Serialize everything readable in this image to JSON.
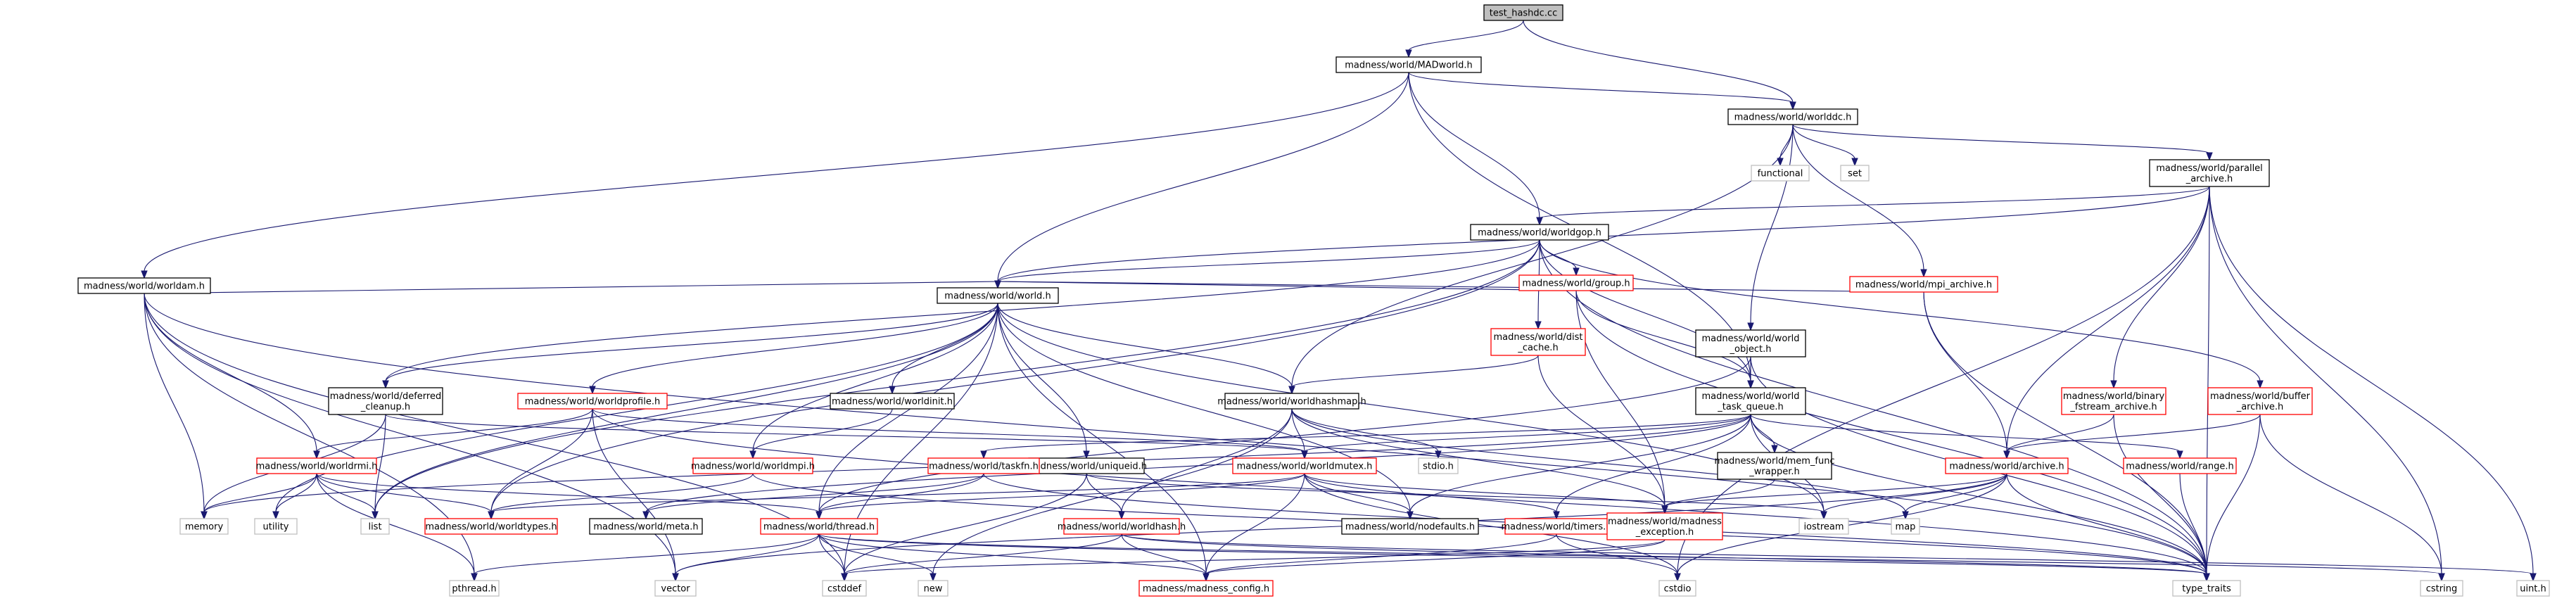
{
  "colors": {
    "edge": "#191970",
    "text": "#000000",
    "border_default": "#000000",
    "border_red": "#ff0000",
    "border_gray": "#bfbfbf",
    "fill_root": "#bfbfbf",
    "fill_default": "#ffffff"
  },
  "nodes": [
    {
      "id": "test",
      "lines": [
        "test_hashdc.cc"
      ],
      "style": "root"
    },
    {
      "id": "madworld",
      "lines": [
        "madness/world/MADworld.h"
      ],
      "style": "default"
    },
    {
      "id": "worlddc",
      "lines": [
        "madness/world/worlddc.h"
      ],
      "style": "default"
    },
    {
      "id": "worldam",
      "lines": [
        "madness/world/worldam.h"
      ],
      "style": "default"
    },
    {
      "id": "functional",
      "lines": [
        "functional"
      ],
      "style": "gray"
    },
    {
      "id": "set",
      "lines": [
        "set"
      ],
      "style": "gray"
    },
    {
      "id": "parallel",
      "lines": [
        "madness/world/parallel",
        "_archive.h"
      ],
      "style": "default"
    },
    {
      "id": "worldgop",
      "lines": [
        "madness/world/worldgop.h"
      ],
      "style": "default"
    },
    {
      "id": "group",
      "lines": [
        "madness/world/group.h"
      ],
      "style": "red"
    },
    {
      "id": "mpiarch",
      "lines": [
        "madness/world/mpi_archive.h"
      ],
      "style": "red"
    },
    {
      "id": "world",
      "lines": [
        "madness/world/world.h"
      ],
      "style": "default"
    },
    {
      "id": "distcache",
      "lines": [
        "madness/world/dist",
        "_cache.h"
      ],
      "style": "red"
    },
    {
      "id": "worldobj",
      "lines": [
        "madness/world/world",
        "_object.h"
      ],
      "style": "default"
    },
    {
      "id": "deferred",
      "lines": [
        "madness/world/deferred",
        "_cleanup.h"
      ],
      "style": "default"
    },
    {
      "id": "worldprofile",
      "lines": [
        "madness/world/worldprofile.h"
      ],
      "style": "red"
    },
    {
      "id": "worldinit",
      "lines": [
        "madness/world/worldinit.h"
      ],
      "style": "default"
    },
    {
      "id": "hashmap",
      "lines": [
        "madness/world/worldhashmap.h"
      ],
      "style": "default"
    },
    {
      "id": "taskq",
      "lines": [
        "madness/world/world",
        "_task_queue.h"
      ],
      "style": "default"
    },
    {
      "id": "binary",
      "lines": [
        "madness/world/binary",
        "_fstream_archive.h"
      ],
      "style": "red"
    },
    {
      "id": "buffer",
      "lines": [
        "madness/world/buffer",
        "_archive.h"
      ],
      "style": "red"
    },
    {
      "id": "worldrmi",
      "lines": [
        "madness/world/worldrmi.h"
      ],
      "style": "red"
    },
    {
      "id": "worldmpi",
      "lines": [
        "madness/world/worldmpi.h"
      ],
      "style": "red"
    },
    {
      "id": "uniqueid",
      "lines": [
        "madness/world/uniqueid.h"
      ],
      "style": "default"
    },
    {
      "id": "stdio",
      "lines": [
        "stdio.h"
      ],
      "style": "gray"
    },
    {
      "id": "taskfn",
      "lines": [
        "madness/world/taskfn.h"
      ],
      "style": "red"
    },
    {
      "id": "worldmutex",
      "lines": [
        "madness/world/worldmutex.h"
      ],
      "style": "red"
    },
    {
      "id": "memfunc",
      "lines": [
        "madness/world/mem_func",
        "_wrapper.h"
      ],
      "style": "default"
    },
    {
      "id": "archive",
      "lines": [
        "madness/world/archive.h"
      ],
      "style": "red"
    },
    {
      "id": "range",
      "lines": [
        "madness/world/range.h"
      ],
      "style": "red"
    },
    {
      "id": "memory",
      "lines": [
        "memory"
      ],
      "style": "gray"
    },
    {
      "id": "utility",
      "lines": [
        "utility"
      ],
      "style": "gray"
    },
    {
      "id": "list",
      "lines": [
        "list"
      ],
      "style": "gray"
    },
    {
      "id": "worldtypes",
      "lines": [
        "madness/world/worldtypes.h"
      ],
      "style": "red"
    },
    {
      "id": "meta",
      "lines": [
        "madness/world/meta.h"
      ],
      "style": "default"
    },
    {
      "id": "thread",
      "lines": [
        "madness/world/thread.h"
      ],
      "style": "red"
    },
    {
      "id": "worldhash",
      "lines": [
        "madness/world/worldhash.h"
      ],
      "style": "red"
    },
    {
      "id": "nodefaults",
      "lines": [
        "madness/world/nodefaults.h"
      ],
      "style": "default"
    },
    {
      "id": "timers",
      "lines": [
        "madness/world/timers.h"
      ],
      "style": "red"
    },
    {
      "id": "madexc",
      "lines": [
        "madness/world/madness",
        "_exception.h"
      ],
      "style": "red"
    },
    {
      "id": "iostream",
      "lines": [
        "iostream"
      ],
      "style": "gray"
    },
    {
      "id": "map",
      "lines": [
        "map"
      ],
      "style": "gray"
    },
    {
      "id": "pthread",
      "lines": [
        "pthread.h"
      ],
      "style": "gray"
    },
    {
      "id": "vector",
      "lines": [
        "vector"
      ],
      "style": "gray"
    },
    {
      "id": "cstddef",
      "lines": [
        "cstddef"
      ],
      "style": "gray"
    },
    {
      "id": "new",
      "lines": [
        "new"
      ],
      "style": "gray"
    },
    {
      "id": "madconfig",
      "lines": [
        "madness/madness_config.h"
      ],
      "style": "red"
    },
    {
      "id": "cstdio",
      "lines": [
        "cstdio"
      ],
      "style": "gray"
    },
    {
      "id": "typetraits",
      "lines": [
        "type_traits"
      ],
      "style": "gray"
    },
    {
      "id": "cstring",
      "lines": [
        "cstring"
      ],
      "style": "gray"
    },
    {
      "id": "uint",
      "lines": [
        "uint.h"
      ],
      "style": "gray"
    }
  ],
  "edges": [
    [
      "test",
      "madworld"
    ],
    [
      "test",
      "worlddc"
    ],
    [
      "madworld",
      "worldam"
    ],
    [
      "madworld",
      "world"
    ],
    [
      "madworld",
      "worldgop"
    ],
    [
      "madworld",
      "worlddc"
    ],
    [
      "madworld",
      "taskq"
    ],
    [
      "worlddc",
      "functional"
    ],
    [
      "worlddc",
      "set"
    ],
    [
      "worlddc",
      "parallel"
    ],
    [
      "worlddc",
      "worldobj"
    ],
    [
      "worlddc",
      "hashmap"
    ],
    [
      "worlddc",
      "mpiarch"
    ],
    [
      "parallel",
      "worldgop"
    ],
    [
      "parallel",
      "world"
    ],
    [
      "parallel",
      "binary"
    ],
    [
      "parallel",
      "archive"
    ],
    [
      "parallel",
      "typetraits"
    ],
    [
      "parallel",
      "cstdio"
    ],
    [
      "parallel",
      "cstring"
    ],
    [
      "parallel",
      "uint"
    ],
    [
      "worldgop",
      "world"
    ],
    [
      "worldgop",
      "group"
    ],
    [
      "worldgop",
      "distcache"
    ],
    [
      "worldgop",
      "taskq"
    ],
    [
      "worldgop",
      "deferred"
    ],
    [
      "worldgop",
      "buffer"
    ],
    [
      "worldgop",
      "typetraits"
    ],
    [
      "worldgop",
      "list"
    ],
    [
      "worldgop",
      "worldtypes"
    ],
    [
      "group",
      "world"
    ],
    [
      "group",
      "taskq"
    ],
    [
      "group",
      "madexc"
    ],
    [
      "group",
      "typetraits"
    ],
    [
      "mpiarch",
      "world"
    ],
    [
      "mpiarch",
      "archive"
    ],
    [
      "mpiarch",
      "typetraits"
    ],
    [
      "worldam",
      "world"
    ],
    [
      "worldam",
      "worldrmi"
    ],
    [
      "worldam",
      "memory"
    ],
    [
      "worldam",
      "pthread"
    ],
    [
      "worldam",
      "vector"
    ],
    [
      "worldam",
      "cstddef"
    ],
    [
      "worldam",
      "typetraits"
    ],
    [
      "world",
      "deferred"
    ],
    [
      "world",
      "worldprofile"
    ],
    [
      "world",
      "worldinit"
    ],
    [
      "world",
      "hashmap"
    ],
    [
      "world",
      "worldmpi"
    ],
    [
      "world",
      "uniqueid"
    ],
    [
      "world",
      "thread"
    ],
    [
      "world",
      "utility"
    ],
    [
      "world",
      "list"
    ],
    [
      "world",
      "nodefaults"
    ],
    [
      "world",
      "iostream"
    ],
    [
      "world",
      "madconfig"
    ],
    [
      "world",
      "cstddef"
    ],
    [
      "distcache",
      "hashmap"
    ],
    [
      "distcache",
      "madexc"
    ],
    [
      "worldobj",
      "taskq"
    ],
    [
      "worldobj",
      "thread"
    ],
    [
      "worldobj",
      "typetraits"
    ],
    [
      "deferred",
      "worldmutex"
    ],
    [
      "deferred",
      "list"
    ],
    [
      "deferred",
      "memory"
    ],
    [
      "worldprofile",
      "worldrmi"
    ],
    [
      "worldprofile",
      "worldmutex"
    ],
    [
      "worldprofile",
      "worldtypes"
    ],
    [
      "worldprofile",
      "vector"
    ],
    [
      "worldprofile",
      "typetraits"
    ],
    [
      "worldinit",
      "worldmpi"
    ],
    [
      "hashmap",
      "worldmutex"
    ],
    [
      "hashmap",
      "stdio"
    ],
    [
      "hashmap",
      "madexc"
    ],
    [
      "hashmap",
      "worldhash"
    ],
    [
      "hashmap",
      "new"
    ],
    [
      "hashmap",
      "map"
    ],
    [
      "taskq",
      "taskfn"
    ],
    [
      "taskq",
      "worldmutex"
    ],
    [
      "taskq",
      "memfunc"
    ],
    [
      "taskq",
      "range"
    ],
    [
      "taskq",
      "timers"
    ],
    [
      "taskq",
      "nodefaults"
    ],
    [
      "taskq",
      "memory"
    ],
    [
      "taskq",
      "iostream"
    ],
    [
      "taskq",
      "typetraits"
    ],
    [
      "taskq",
      "meta"
    ],
    [
      "binary",
      "archive"
    ],
    [
      "binary",
      "typetraits"
    ],
    [
      "buffer",
      "archive"
    ],
    [
      "buffer",
      "typetraits"
    ],
    [
      "buffer",
      "cstring"
    ],
    [
      "worldrmi",
      "thread"
    ],
    [
      "worldrmi",
      "worldtypes"
    ],
    [
      "worldrmi",
      "memory"
    ],
    [
      "worldrmi",
      "utility"
    ],
    [
      "worldrmi",
      "list"
    ],
    [
      "worldrmi",
      "pthread"
    ],
    [
      "worldmpi",
      "worldtypes"
    ],
    [
      "worldmpi",
      "typetraits"
    ],
    [
      "uniqueid",
      "worldhash"
    ],
    [
      "uniqueid",
      "cstddef"
    ],
    [
      "uniqueid",
      "iostream"
    ],
    [
      "taskfn",
      "thread"
    ],
    [
      "taskfn",
      "meta"
    ],
    [
      "taskfn",
      "typetraits"
    ],
    [
      "worldmutex",
      "thread"
    ],
    [
      "worldmutex",
      "worldtypes"
    ],
    [
      "worldmutex",
      "nodefaults"
    ],
    [
      "worldmutex",
      "timers"
    ],
    [
      "worldmutex",
      "madexc"
    ],
    [
      "worldmutex",
      "madconfig"
    ],
    [
      "worldmutex",
      "cstdio"
    ],
    [
      "memfunc",
      "madexc"
    ],
    [
      "archive",
      "madexc"
    ],
    [
      "archive",
      "iostream"
    ],
    [
      "archive",
      "map"
    ],
    [
      "archive",
      "typetraits"
    ],
    [
      "archive",
      "cstdio"
    ],
    [
      "archive",
      "vector"
    ],
    [
      "range",
      "typetraits"
    ],
    [
      "thread",
      "pthread"
    ],
    [
      "thread",
      "vector"
    ],
    [
      "thread",
      "cstddef"
    ],
    [
      "thread",
      "new"
    ],
    [
      "thread",
      "madconfig"
    ],
    [
      "thread",
      "typetraits"
    ],
    [
      "thread",
      "cstring"
    ],
    [
      "worldhash",
      "madconfig"
    ],
    [
      "worldhash",
      "typetraits"
    ],
    [
      "worldhash",
      "cstddef"
    ],
    [
      "worldhash",
      "uint"
    ],
    [
      "timers",
      "madconfig"
    ],
    [
      "timers",
      "cstdio"
    ],
    [
      "madexc",
      "madconfig"
    ],
    [
      "madexc",
      "cstddef"
    ]
  ]
}
